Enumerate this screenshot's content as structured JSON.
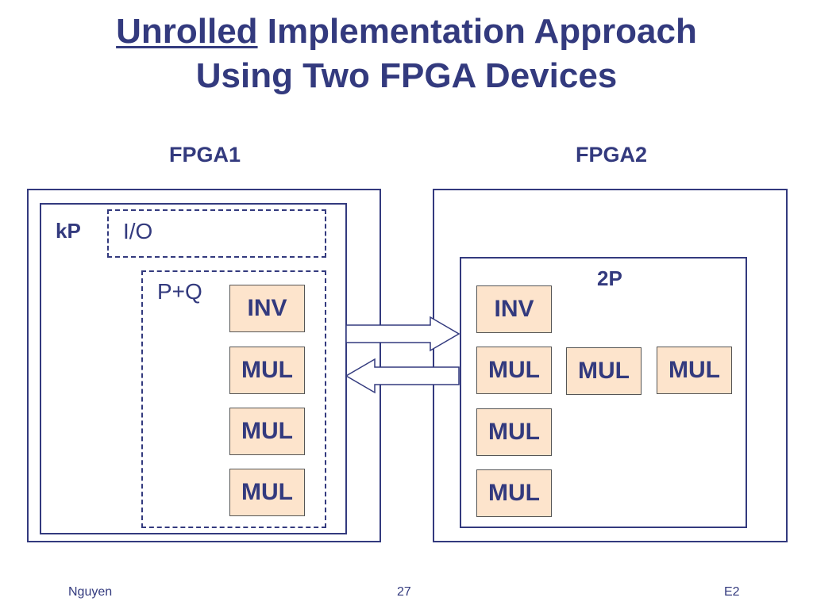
{
  "title": {
    "underlined": "Unrolled",
    "line1_rest": " Implementation Approach",
    "line2": "Using Two FPGA Devices"
  },
  "fpga1": {
    "label": "FPGA1",
    "kp_label": "kP",
    "io_label": "I/O",
    "pq_label": "P+Q",
    "units": [
      "INV",
      "MUL",
      "MUL",
      "MUL"
    ]
  },
  "fpga2": {
    "label": "FPGA2",
    "block_label": "2P",
    "units": [
      "INV",
      "MUL",
      "MUL",
      "MUL",
      "MUL",
      "MUL"
    ]
  },
  "footer": {
    "author": "Nguyen",
    "page": "27",
    "code": "E2"
  },
  "colors": {
    "text": "#333a7e",
    "unit_fill": "#fde4cc",
    "border": "#333a7e"
  }
}
